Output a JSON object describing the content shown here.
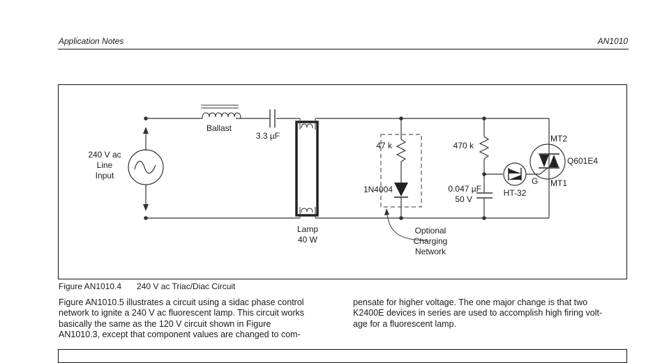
{
  "header": {
    "section": "Application Notes",
    "doc_id": "AN1010"
  },
  "figure": {
    "number": "Figure AN1010.4",
    "title": "240 V ac Triac/Diac Circuit",
    "labels": {
      "source_line1": "240 V ac",
      "source_line2": "Line",
      "source_line3": "Input",
      "ballast": "Ballast",
      "cap1": "3.3 µF",
      "lamp_line1": "Lamp",
      "lamp_line2": "40 W",
      "r1": "47 k",
      "diode": "1N4004",
      "optional_line1": "Optional",
      "optional_line2": "Charging",
      "optional_line3": "Network",
      "r2": "470 k",
      "cap2_line1": "0.047 µF",
      "cap2_line2": "50 V",
      "diac": "HT-32",
      "gate": "G",
      "mt2": "MT2",
      "mt1": "MT1",
      "triac": "Q601E4"
    }
  },
  "body": {
    "col1_lines": [
      "Figure AN1010.5 illustrates a circuit using a sidac phase control",
      "network to ignite a 240 V ac fluorescent lamp. This circuit works",
      "basically the same as the 120 V circuit shown in Figure",
      "AN1010.3, except that component values are changed to com-"
    ],
    "col2_lines": [
      "pensate for higher voltage. The one major change is that two",
      "K2400E devices in series are used to accomplish high firing volt-",
      "age for a fluorescent lamp."
    ]
  }
}
